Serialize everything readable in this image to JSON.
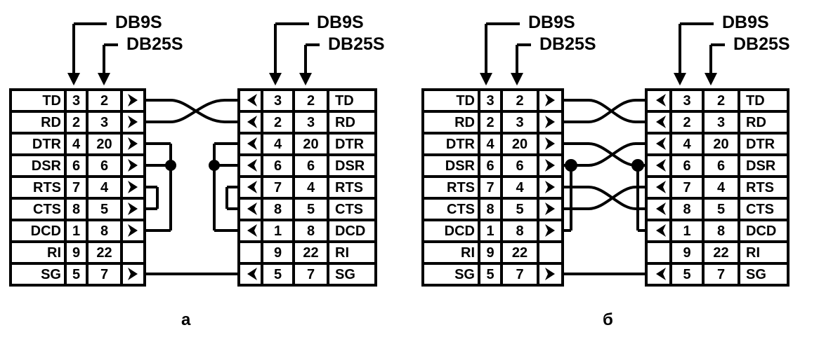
{
  "figure": {
    "title_a": "a",
    "title_b": "б",
    "connector_labels": {
      "db9": "DB9S",
      "db25": "DB25S"
    }
  },
  "signals": [
    {
      "name": "TD",
      "db9": "3",
      "db25": "2",
      "arrow": true
    },
    {
      "name": "RD",
      "db9": "2",
      "db25": "3",
      "arrow": true
    },
    {
      "name": "DTR",
      "db9": "4",
      "db25": "20",
      "arrow": true
    },
    {
      "name": "DSR",
      "db9": "6",
      "db25": "6",
      "arrow": true
    },
    {
      "name": "RTS",
      "db9": "7",
      "db25": "4",
      "arrow": true
    },
    {
      "name": "CTS",
      "db9": "8",
      "db25": "5",
      "arrow": true
    },
    {
      "name": "DCD",
      "db9": "1",
      "db25": "8",
      "arrow": true
    },
    {
      "name": "RI",
      "db9": "9",
      "db25": "22",
      "arrow": false
    },
    {
      "name": "SG",
      "db9": "5",
      "db25": "7",
      "arrow": true
    }
  ],
  "diagram_a": {
    "label": "a",
    "left_connector": {
      "db9": "DB9S",
      "db25": "DB25S"
    },
    "right_connector": {
      "db9": "DB9S",
      "db25": "DB25S"
    },
    "cross_links": [
      {
        "from": "TD",
        "to": "RD"
      },
      {
        "from": "RD",
        "to": "TD"
      },
      {
        "from": "SG",
        "to": "SG"
      }
    ],
    "local_loopbacks": [
      {
        "side": "left",
        "signals": [
          "DTR",
          "DSR",
          "DCD"
        ]
      },
      {
        "side": "left",
        "signals": [
          "RTS",
          "CTS"
        ]
      },
      {
        "side": "right",
        "signals": [
          "DTR",
          "DSR",
          "DCD"
        ]
      },
      {
        "side": "right",
        "signals": [
          "RTS",
          "CTS"
        ]
      }
    ]
  },
  "diagram_b": {
    "label": "б",
    "left_connector": {
      "db9": "DB9S",
      "db25": "DB25S"
    },
    "right_connector": {
      "db9": "DB9S",
      "db25": "DB25S"
    },
    "cross_links": [
      {
        "from": "TD",
        "to": "RD"
      },
      {
        "from": "RD",
        "to": "TD"
      },
      {
        "from": "DTR",
        "to": "DSR+DCD"
      },
      {
        "from": "DSR+DCD",
        "to": "DTR"
      },
      {
        "from": "RTS",
        "to": "CTS"
      },
      {
        "from": "CTS",
        "to": "RTS"
      },
      {
        "from": "SG",
        "to": "SG"
      }
    ],
    "local_loopbacks": [
      {
        "side": "left",
        "signals": [
          "DSR",
          "DCD"
        ]
      },
      {
        "side": "right",
        "signals": [
          "DSR",
          "DCD"
        ]
      }
    ]
  },
  "colors": {
    "ink": "#000000",
    "paper": "#ffffff"
  }
}
